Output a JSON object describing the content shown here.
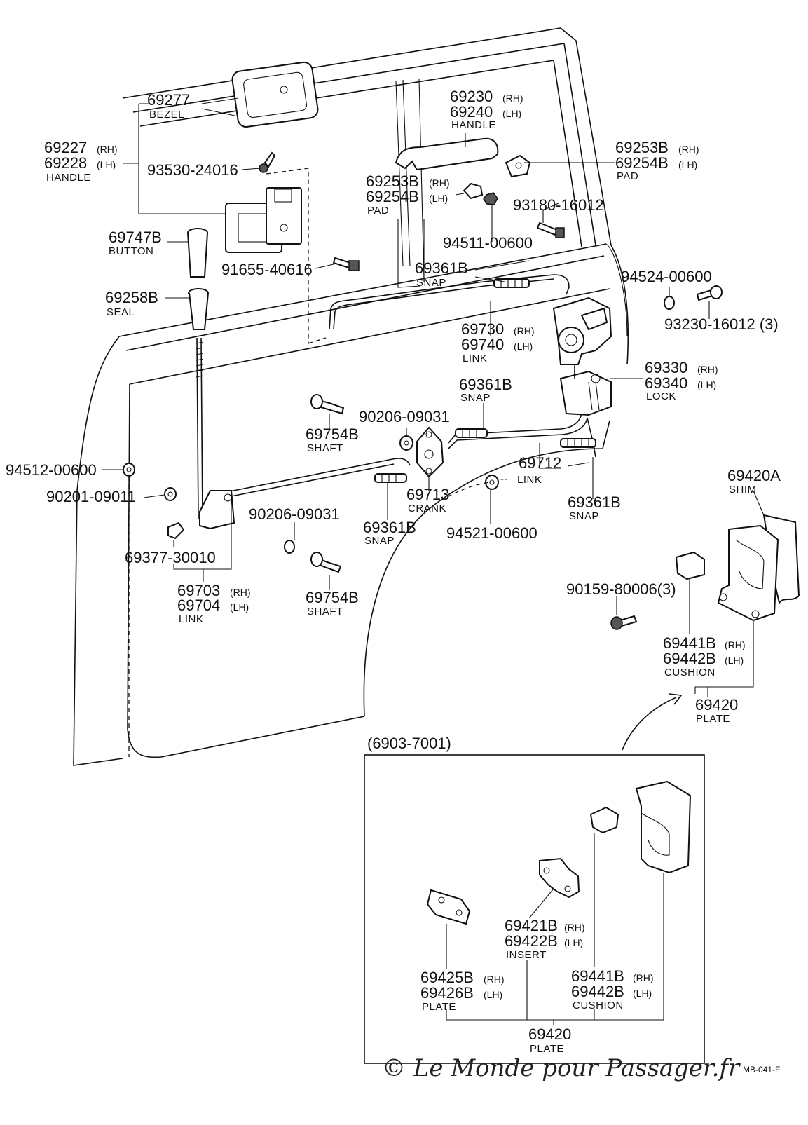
{
  "labels": {
    "bezel_no": "69277",
    "bezel_desc": "BEZEL",
    "handle_in_rh": "69227",
    "handle_in_rh_side": "(RH)",
    "handle_in_lh": "69228",
    "handle_in_lh_side": "(LH)",
    "handle_in_desc": "HANDLE",
    "screw_93530": "93530-24016",
    "button_no": "69747B",
    "button_desc": "BUTTON",
    "bolt_91655": "91655-40616",
    "seal_no": "69258B",
    "seal_desc": "SEAL",
    "handle_out_rh": "69230",
    "handle_out_rh_side": "(RH)",
    "handle_out_lh": "69240",
    "handle_out_lh_side": "(LH)",
    "handle_out_desc": "HANDLE",
    "pad1_rh": "69253B",
    "pad1_rh_side": "(RH)",
    "pad1_lh": "69254B",
    "pad1_lh_side": "(LH)",
    "pad1_desc": "PAD",
    "pad2_rh": "69253B",
    "pad2_rh_side": "(RH)",
    "pad2_lh": "69254B",
    "pad2_lh_side": "(LH)",
    "pad2_desc": "PAD",
    "screw_93180": "93180-16012",
    "nut_94511": "94511-00600",
    "snap1_no": "69361B",
    "snap1_desc": "SNAP",
    "washer_94524": "94524-00600",
    "screw_93230": "93230-16012 (3)",
    "link1_rh": "69730",
    "link1_rh_side": "(RH)",
    "link1_lh": "69740",
    "link1_lh_side": "(LH)",
    "link1_desc": "LINK",
    "lock_rh": "69330",
    "lock_rh_side": "(RH)",
    "lock_lh": "69340",
    "lock_lh_side": "(LH)",
    "lock_desc": "LOCK",
    "snap2_no": "69361B",
    "snap2_desc": "SNAP",
    "shaft1_no": "69754B",
    "shaft1_desc": "SHAFT",
    "washer_90206a": "90206-09031",
    "nut_94512": "94512-00600",
    "washer_90201": "90201-09011",
    "crank_no": "69713",
    "crank_desc": "CRANK",
    "link2_no": "69712",
    "link2_desc": "LINK",
    "snap3_no": "69361B",
    "snap3_desc": "SNAP",
    "washer_90206b": "90206-09031",
    "snap4_no": "69361B",
    "snap4_desc": "SNAP",
    "washer_94521": "94521-00600",
    "clip_69377": "69377-30010",
    "link3_rh": "69703",
    "link3_rh_side": "(RH)",
    "link3_lh": "69704",
    "link3_lh_side": "(LH)",
    "link3_desc": "LINK",
    "shaft2_no": "69754B",
    "shaft2_desc": "SHAFT",
    "shim_no": "69420A",
    "shim_desc": "SHIM",
    "screw_90159": "90159-80006(3)",
    "cushion1_rh": "69441B",
    "cushion1_rh_side": "(RH)",
    "cushion1_lh": "69442B",
    "cushion1_lh_side": "(LH)",
    "cushion1_desc": "CUSHION",
    "plate1_no": "69420",
    "plate1_desc": "PLATE",
    "inset_code": "(6903-7001)",
    "insert_rh": "69421B",
    "insert_rh_side": "(RH)",
    "insert_lh": "69422B",
    "insert_lh_side": "(LH)",
    "insert_desc": "INSERT",
    "plate2_rh": "69425B",
    "plate2_rh_side": "(RH)",
    "plate2_lh": "69426B",
    "plate2_lh_side": "(LH)",
    "plate2_desc": "PLATE",
    "cushion2_rh": "69441B",
    "cushion2_rh_side": "(RH)",
    "cushion2_lh": "69442B",
    "cushion2_lh_side": "(LH)",
    "cushion2_desc": "CUSHION",
    "plate3_no": "69420",
    "plate3_desc": "PLATE",
    "figure_ref": "MB-041-F"
  },
  "watermark": "© Le Monde pour Passager.fr"
}
